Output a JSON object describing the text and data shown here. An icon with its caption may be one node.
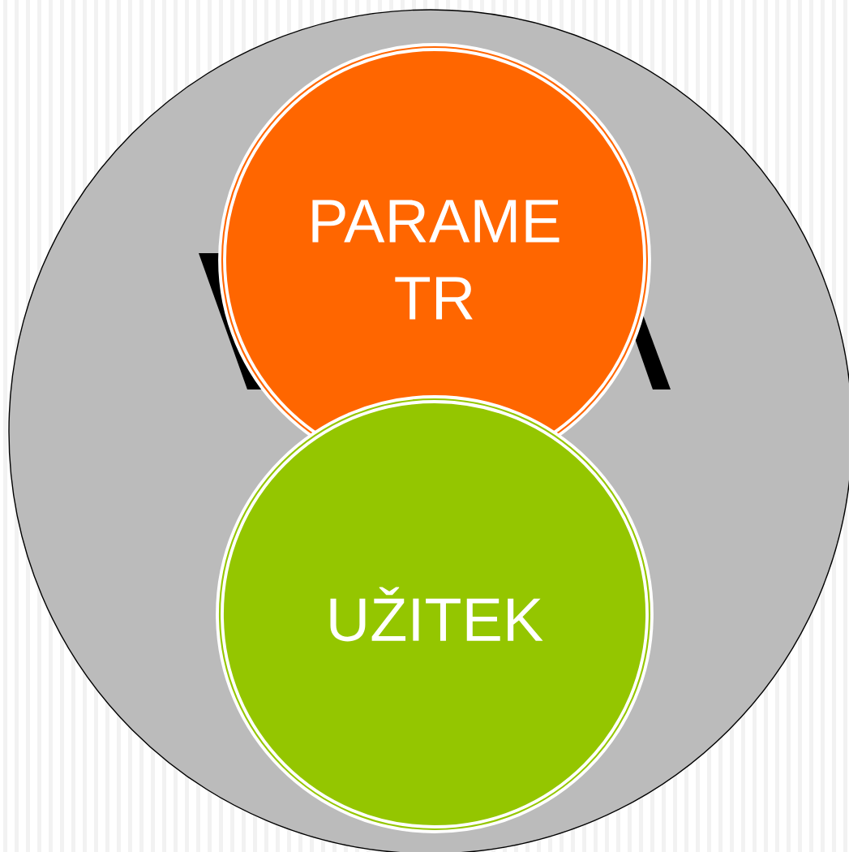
{
  "diagram": {
    "nodes": [
      {
        "text": [],
        "shape": "circle"
      },
      {
        "text": [
          "PARAME TR"
        ],
        "in": 0
      },
      {
        "text": [
          "UŽITEK"
        ],
        "in": 0
      }
    ]
  }
}
